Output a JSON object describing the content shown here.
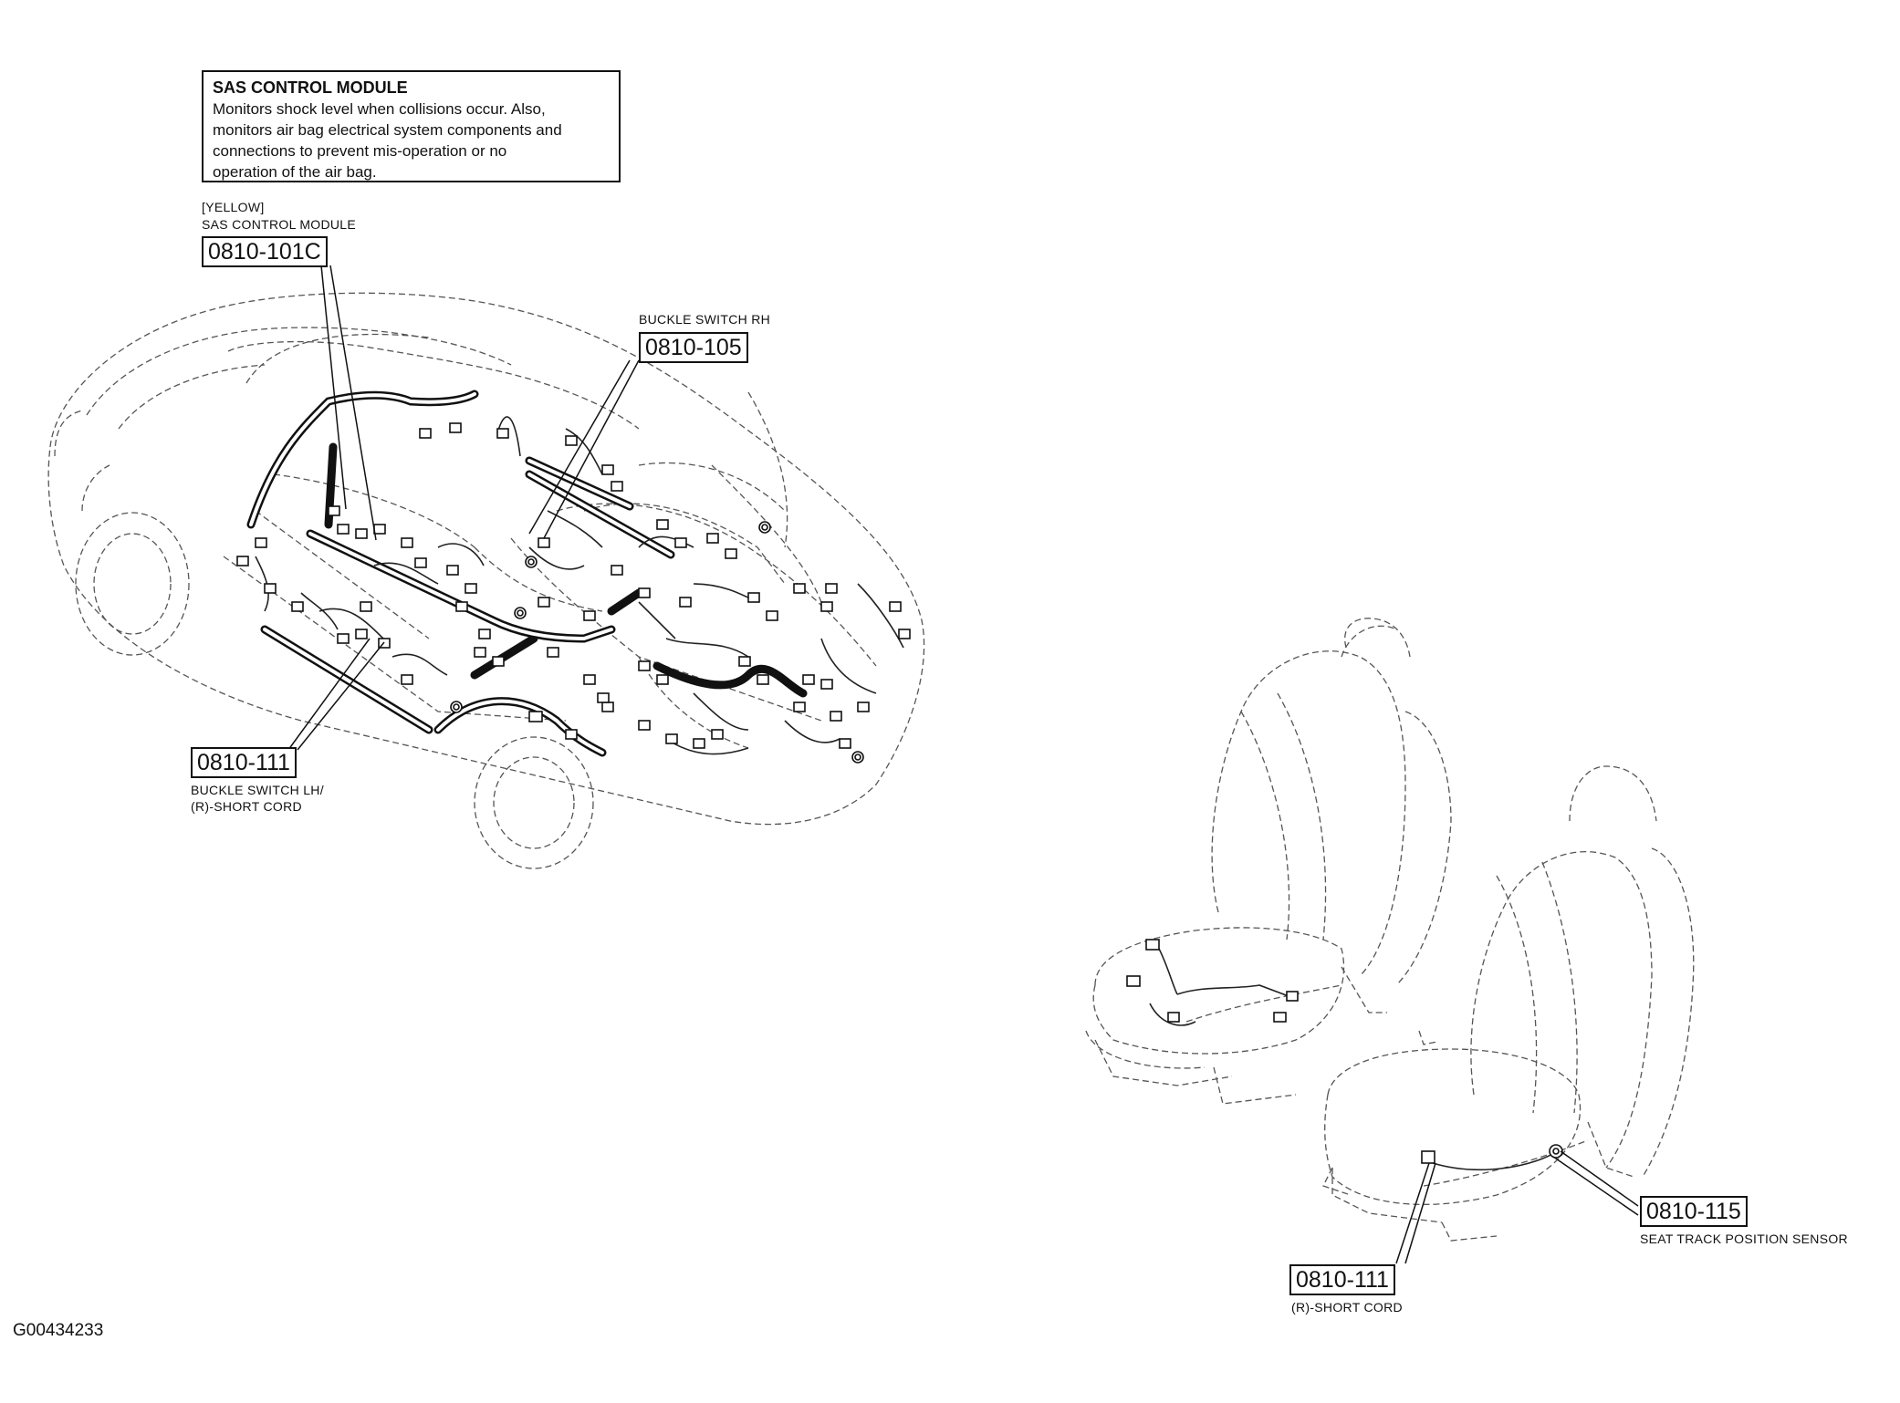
{
  "info_box": {
    "title": "SAS CONTROL MODULE",
    "lines": [
      "Monitors shock level when collisions occur. Also,",
      "monitors air bag electrical system components and",
      "connections to prevent mis-operation or no",
      "operation of the air bag."
    ]
  },
  "callouts": {
    "sas_module": {
      "color_note": "[YELLOW]",
      "name": "SAS CONTROL MODULE",
      "code": "0810-101C"
    },
    "buckle_rh": {
      "name": "BUCKLE SWITCH RH",
      "code": "0810-105"
    },
    "buckle_lh": {
      "code": "0810-111",
      "name_line1": "BUCKLE SWITCH LH/",
      "name_line2": "(R)-SHORT CORD"
    },
    "seat_short_cord": {
      "code": "0810-111",
      "name": "(R)-SHORT CORD"
    },
    "seat_track_sensor": {
      "code": "0810-115",
      "name": "SEAT TRACK POSITION SENSOR"
    }
  },
  "figure_id": "G00434233"
}
